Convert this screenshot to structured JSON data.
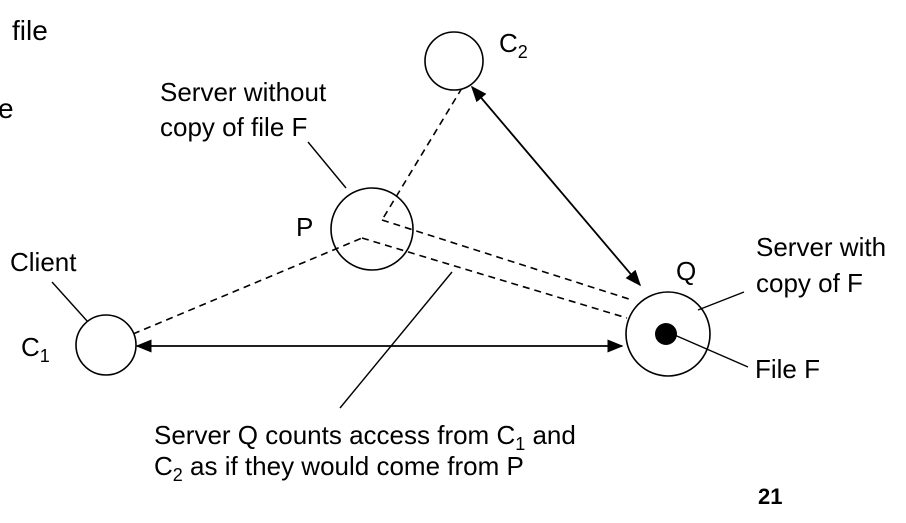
{
  "slide_fragments": {
    "line1": "file",
    "line2": "e"
  },
  "nodes": {
    "c2": {
      "base": "C",
      "sub": "2"
    },
    "c1": {
      "base": "C",
      "sub": "1"
    },
    "p": {
      "label": "P"
    },
    "q": {
      "label": "Q"
    }
  },
  "labels": {
    "server_without_l1": "Server without",
    "server_without_l2": "copy of file F",
    "client": "Client",
    "server_with_l1": "Server with",
    "server_with_l2": "copy of F",
    "file_f": "File F",
    "note_l1_a": "Server Q counts access from C",
    "note_l1_sub": "1",
    "note_l1_b": " and",
    "note_l2_a": "C",
    "note_l2_sub": "2",
    "note_l2_b": "  as if they would come from P"
  },
  "page_number": "21",
  "colors": {
    "ink": "#000000",
    "background": "#ffffff"
  }
}
